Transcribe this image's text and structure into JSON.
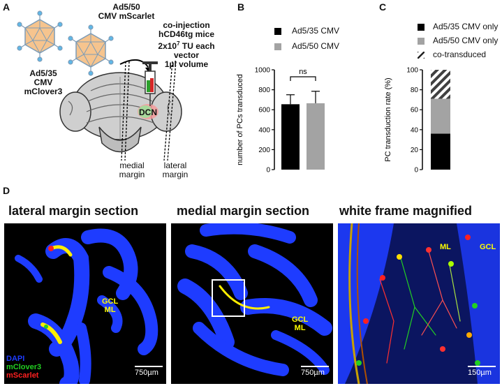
{
  "panel_a": {
    "letter": "A",
    "vector_right_title": [
      "Ad5/50",
      "CMV mScarlet"
    ],
    "vector_left_title": [
      "Ad5/35",
      "CMV mClover3"
    ],
    "protocol": [
      "co-injection",
      "hCD46tg mice",
      "2x10",
      "7",
      " TU each vector",
      "1µl volume"
    ],
    "dcn_label": "DCN",
    "medial_label": [
      "medial",
      "margin"
    ],
    "lateral_label": [
      "lateral",
      "margin"
    ],
    "colors": {
      "capsid": "#f6c48e",
      "capsid_stroke": "#7d9cb7",
      "fiber": "#5fb8e8",
      "brain": "#cfcfcf"
    }
  },
  "panel_b": {
    "letter": "B",
    "legend": [
      {
        "label": "Ad5/35 CMV",
        "color": "#000000"
      },
      {
        "label": "Ad5/50 CMV",
        "color": "#a3a3a3"
      }
    ],
    "significance": "ns"
  },
  "panel_c": {
    "letter": "C",
    "legend": [
      {
        "label": "Ad5/35 CMV only",
        "color": "#000000"
      },
      {
        "label": "Ad5/50 CMV only",
        "color": "#a3a3a3"
      },
      {
        "label": "co-transduced",
        "color": "hatched"
      }
    ]
  },
  "panel_d": {
    "letter": "D",
    "titles": [
      "lateral margin section",
      "medial margin section",
      "white frame magnified"
    ],
    "channels": [
      {
        "label": "DAPI",
        "color": "#1e3cff"
      },
      {
        "label": "mClover3",
        "color": "#22d022"
      },
      {
        "label": "mScarlet",
        "color": "#ff2020"
      }
    ],
    "scalebars": [
      "750µm",
      "750µm",
      "150µm"
    ],
    "layer_labels": {
      "gcl": "GCL",
      "ml": "ML"
    },
    "label_color": "#ffff00"
  },
  "chart_data": [
    {
      "type": "bar",
      "categories": [
        "Ad5/35 CMV",
        "Ad5/50 CMV"
      ],
      "values": [
        655,
        665
      ],
      "errors": [
        95,
        120
      ],
      "ylabel": "number of PCs transduced",
      "ylim": [
        0,
        1000
      ],
      "yticks": [
        "0",
        "200",
        "400",
        "600",
        "800",
        "1000"
      ],
      "colors": [
        "#000000",
        "#a3a3a3"
      ]
    },
    {
      "type": "bar",
      "stacked": true,
      "categories": [
        ""
      ],
      "series": [
        {
          "name": "Ad5/35 CMV only",
          "values": [
            36
          ],
          "color": "#000000"
        },
        {
          "name": "Ad5/50 CMV only",
          "values": [
            35
          ],
          "color": "#a3a3a3"
        },
        {
          "name": "co-transduced",
          "values": [
            29
          ],
          "color": "hatched"
        }
      ],
      "ylabel": "PC transduction rate (%)",
      "ylim": [
        0,
        100
      ],
      "yticks": [
        "0",
        "20",
        "40",
        "60",
        "80",
        "100"
      ]
    }
  ]
}
